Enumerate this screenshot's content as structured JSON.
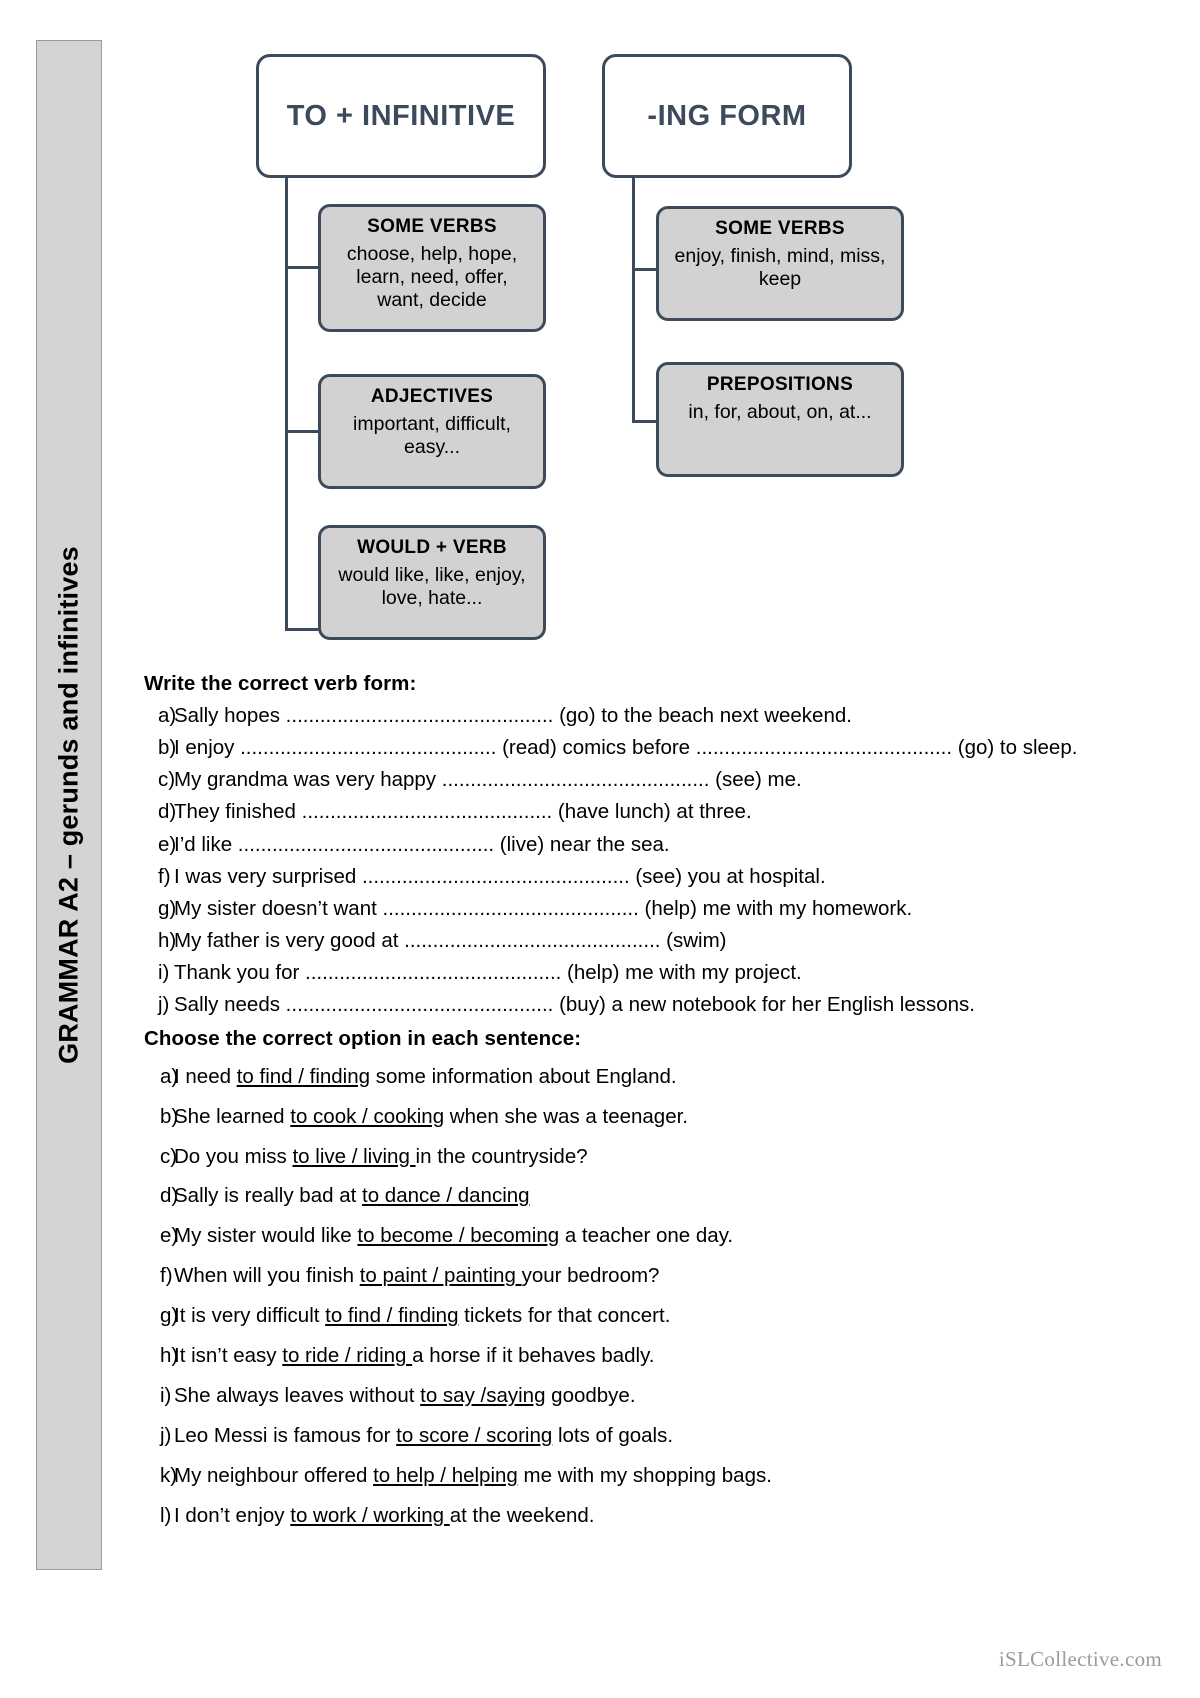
{
  "sidebar": {
    "title": "GRAMMAR A2 – gerunds and infinitives"
  },
  "diagram": {
    "head_left": "TO + INFINITIVE",
    "head_right": "-ING FORM",
    "left_boxes": [
      {
        "title": "SOME VERBS",
        "body": "choose, help, hope, learn, need, offer, want, decide"
      },
      {
        "title": "ADJECTIVES",
        "body": "important, difficult, easy..."
      },
      {
        "title": "WOULD + VERB",
        "body": "would like, like, enjoy, love, hate..."
      }
    ],
    "right_boxes": [
      {
        "title": "SOME VERBS",
        "body": "enjoy, finish, mind, miss, keep"
      },
      {
        "title": "PREPOSITIONS",
        "body": "in, for, about, on, at..."
      }
    ]
  },
  "exercise1": {
    "heading": "Write the correct verb form:",
    "items": [
      {
        "marker": "a)",
        "text": "Sally hopes ............................................... (go) to the beach next weekend."
      },
      {
        "marker": "b)",
        "text": "I enjoy ............................................. (read) comics before ............................................. (go) to sleep."
      },
      {
        "marker": "c)",
        "text": "My grandma was very happy ............................................... (see) me."
      },
      {
        "marker": "d)",
        "text": "They finished ............................................ (have lunch) at three."
      },
      {
        "marker": "e)",
        "text": "I’d like ............................................. (live) near the sea."
      },
      {
        "marker": "f)",
        "text": "I was very surprised ............................................... (see) you at hospital."
      },
      {
        "marker": "g)",
        "text": "My sister doesn’t want ............................................. (help) me with my homework."
      },
      {
        "marker": "h)",
        "text": "My father is very good at ............................................. (swim)"
      },
      {
        "marker": "i)",
        "text": "Thank you for ............................................. (help) me with my project."
      },
      {
        "marker": "j)",
        "text": "Sally needs ............................................... (buy) a new notebook for her English lessons."
      }
    ]
  },
  "exercise2": {
    "heading": "Choose the correct option in each sentence:",
    "items": [
      {
        "marker": "a)",
        "before": "I need ",
        "choice": "to find / finding",
        "after": " some information about England."
      },
      {
        "marker": "b)",
        "before": "She learned ",
        "choice": "to cook / cooking",
        "after": " when she was a teenager."
      },
      {
        "marker": "c)",
        "before": "Do you miss ",
        "choice": "to live / living ",
        "after": "in the countryside?"
      },
      {
        "marker": "d)",
        "before": "Sally is really bad at ",
        "choice": "to dance / dancing",
        "after": ""
      },
      {
        "marker": "e)",
        "before": "My sister would like ",
        "choice": "to become / becoming",
        "after": " a teacher one day."
      },
      {
        "marker": "f)",
        "before": "When will you finish ",
        "choice": "to paint / painting ",
        "after": " your bedroom?"
      },
      {
        "marker": "g)",
        "before": "It is very difficult ",
        "choice": "to find / finding",
        "after": " tickets for that concert."
      },
      {
        "marker": "h)",
        "before": "It isn’t easy ",
        "choice": "to ride / riding ",
        "after": "a horse if it behaves badly."
      },
      {
        "marker": "i)",
        "before": "She always leaves without ",
        "choice": "to say /saying",
        "after": " goodbye."
      },
      {
        "marker": "j)",
        "before": "Leo Messi is famous for ",
        "choice": "to score / scoring",
        "after": " lots of goals."
      },
      {
        "marker": "k)",
        "before": "My neighbour offered ",
        "choice": "to help / helping",
        "after": " me with my shopping bags."
      },
      {
        "marker": "l)",
        "before": "I don’t enjoy ",
        "choice": "to work / working ",
        "after": " at the weekend."
      }
    ]
  },
  "footer": {
    "watermark": "iSLCollective.com"
  },
  "colors": {
    "box_border": "#3d4a5c",
    "box_fill": "#d2d2d2",
    "sidebar_fill": "#d4d4d4",
    "watermark": "#9b9b9b"
  }
}
